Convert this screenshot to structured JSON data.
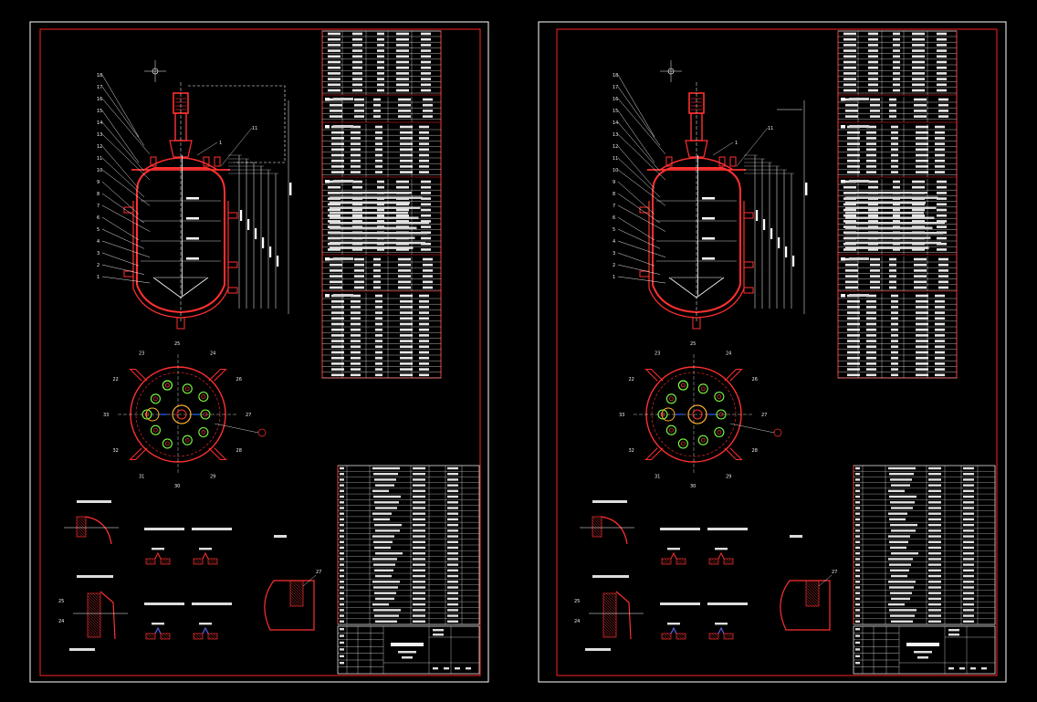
{
  "sheets": [
    {
      "id": "left",
      "leaders": [
        "18",
        "17",
        "16",
        "15",
        "14",
        "13",
        "12",
        "11",
        "10",
        "9",
        "8",
        "7",
        "6",
        "5",
        "4",
        "3",
        "2",
        "1"
      ],
      "part_no": "1",
      "plan_nozzles": [
        "22",
        "23",
        "25",
        "24",
        "26",
        "27",
        "28",
        "29",
        "30",
        "31",
        "32",
        "33"
      ],
      "bom_rows": 28,
      "spec_rows": 24
    },
    {
      "id": "right",
      "leaders": [
        "18",
        "17",
        "16",
        "15",
        "14",
        "13",
        "12",
        "11",
        "10",
        "9",
        "8",
        "7",
        "6",
        "5",
        "4",
        "3",
        "2",
        "1"
      ],
      "part_no": "1",
      "plan_nozzles": [
        "22",
        "23",
        "25",
        "24",
        "26",
        "27",
        "28",
        "29",
        "30",
        "31",
        "32",
        "33"
      ],
      "bom_rows": 28,
      "spec_rows": 24
    }
  ],
  "colors": {
    "frame": "#ff2020",
    "sheet": "#ffffff",
    "outline": "#ff3030",
    "dimension": "#ffffff",
    "nozzle": "#7cff40",
    "centerline": "#ffffff",
    "hatch": "#ff4040",
    "accent": "#2060ff"
  }
}
